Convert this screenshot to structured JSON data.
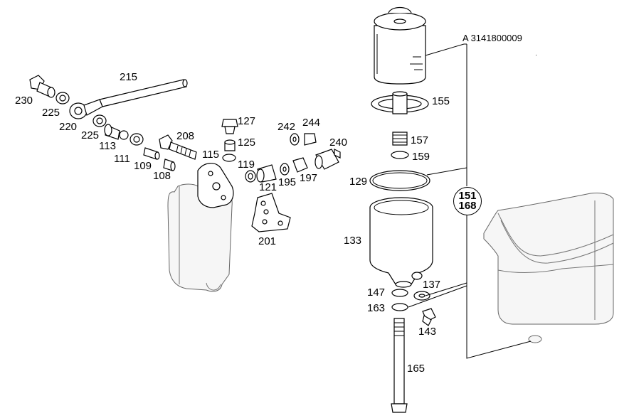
{
  "reference": "A 3141800009",
  "callouts": {
    "c215": "215",
    "c230": "230",
    "c225a": "225",
    "c220": "220",
    "c225b": "225",
    "c113": "113",
    "c111": "111",
    "c109": "109",
    "c108": "108",
    "c208": "208",
    "c127": "127",
    "c125": "125",
    "c115": "115",
    "c119": "119",
    "c121": "121",
    "c195": "195",
    "c197": "197",
    "c242": "242",
    "c244": "244",
    "c240": "240",
    "c201": "201",
    "c155": "155",
    "c157": "157",
    "c159": "159",
    "c129": "129",
    "c133": "133",
    "c147": "147",
    "c137": "137",
    "c163": "163",
    "c143": "143",
    "c165": "165"
  },
  "group_circle": {
    "top": "151",
    "bottom": "168"
  }
}
